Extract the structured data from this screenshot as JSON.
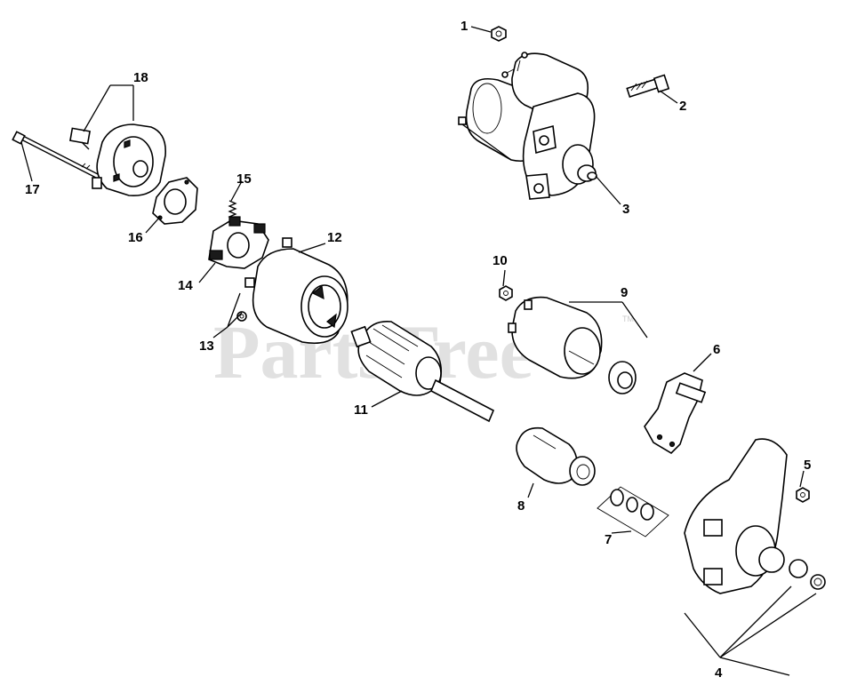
{
  "watermark": {
    "text": "PartsTree",
    "trademark": "TM"
  },
  "callouts": [
    {
      "id": "1",
      "label": "1"
    },
    {
      "id": "2",
      "label": "2"
    },
    {
      "id": "3",
      "label": "3"
    },
    {
      "id": "4",
      "label": "4"
    },
    {
      "id": "5",
      "label": "5"
    },
    {
      "id": "6",
      "label": "6"
    },
    {
      "id": "7",
      "label": "7"
    },
    {
      "id": "8",
      "label": "8"
    },
    {
      "id": "9",
      "label": "9"
    },
    {
      "id": "10",
      "label": "10"
    },
    {
      "id": "11",
      "label": "11"
    },
    {
      "id": "12",
      "label": "12"
    },
    {
      "id": "13",
      "label": "13"
    },
    {
      "id": "14",
      "label": "14"
    },
    {
      "id": "15",
      "label": "15"
    },
    {
      "id": "16",
      "label": "16"
    },
    {
      "id": "17",
      "label": "17"
    },
    {
      "id": "18",
      "label": "18"
    }
  ]
}
